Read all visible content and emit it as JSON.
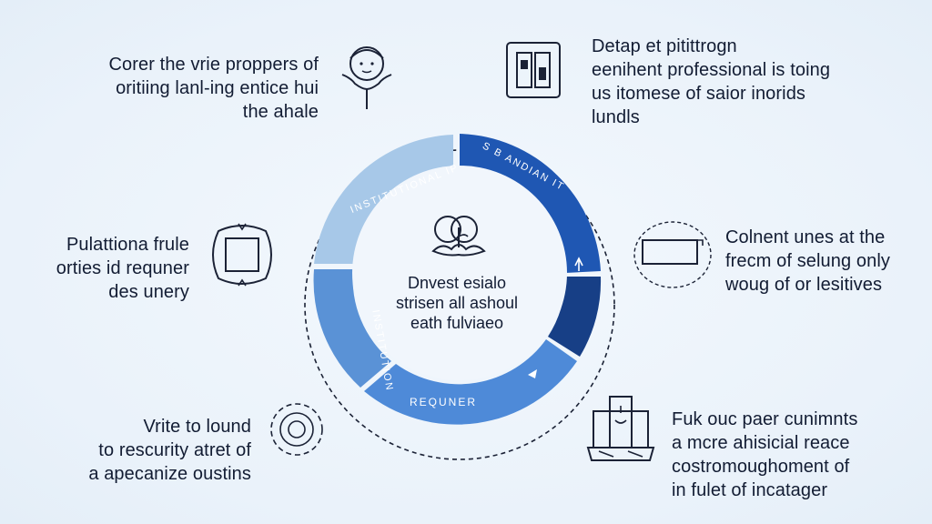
{
  "colors": {
    "background": "#eef5fb",
    "segment_light": "#9fc2e6",
    "segment_dark": "#1e56b0",
    "segment_darkest": "#173f86",
    "segment_mid": "#4a86d4",
    "text": "#121c33",
    "icon_stroke": "#1b2236"
  },
  "blocks": {
    "top_left": {
      "lines": [
        "Corer the vrie proppers of",
        "oritiing lanl-ing entice hui",
        "the ahale"
      ]
    },
    "top_right": {
      "lines": [
        "Detap et pitittrogn",
        "eenihent professional is toing",
        "us itomese of saior inorids",
        "lundls"
      ]
    },
    "mid_left": {
      "lines": [
        "Pulattiona frule",
        "orties id requner",
        "des unery"
      ]
    },
    "mid_right": {
      "lines": [
        "Colnent unes at the",
        "frecm of selung only",
        "woug of or lesitives"
      ]
    },
    "bottom_left": {
      "lines": [
        "Vrite to lound",
        "to rescurity atret of",
        "a apecanize oustins"
      ]
    },
    "bottom_right": {
      "lines": [
        "Fuk ouc paer cunimnts",
        "a mcre ahisicial reace",
        "costromoughoment of",
        "in fulet of incatager"
      ]
    }
  },
  "center": {
    "lines": [
      "Dnvest esialo",
      "strisen all ashoul",
      "eath fulviaeo"
    ]
  },
  "ring": {
    "segments": [
      {
        "name": "top-left-segment",
        "label": "INSTITUTIONAL IP"
      },
      {
        "name": "top-right-segment",
        "label": "S B ANDIAN IT"
      },
      {
        "name": "right-segment",
        "label": ""
      },
      {
        "name": "bottom-segment",
        "label": "REQUNER"
      },
      {
        "name": "left-segment",
        "label": "INSTITUTION"
      }
    ]
  },
  "icons": {
    "top_left": "person-face-icon",
    "top_right": "document-panel-icon",
    "mid_left": "ornate-frame-icon",
    "mid_right": "card-circle-icon",
    "bottom_left": "concentric-circles-icon",
    "bottom_right": "machine-device-icon",
    "center": "brain-tree-icon"
  }
}
